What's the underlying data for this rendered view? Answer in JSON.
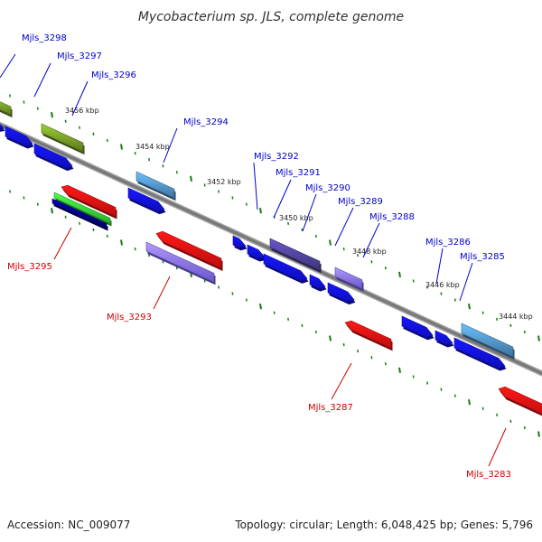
{
  "title": "Mycobacterium sp. JLS, complete genome",
  "footer": {
    "accession": "Accession: NC_009077",
    "stats": "Topology: circular; Length: 6,048,425 bp; Genes: 5,796"
  },
  "kbp_labels": [
    "3456 kbp",
    "3454 kbp",
    "3452 kbp",
    "3450 kbp",
    "3448 kbp",
    "3446 kbp",
    "3444 kbp"
  ],
  "colors": {
    "forward_label": "#0000cc",
    "reverse_label": "#cc0000",
    "backbone": "#777777",
    "tick": "#1a7a1a",
    "blue": "#1010e0",
    "olive": "#6b8e23",
    "steel": "#4a86b8",
    "purple": "#7b68ee",
    "dark_purple": "#483d8b",
    "red": "#e01010",
    "green": "#32cd32",
    "navy": "#000080"
  },
  "genes": [
    {
      "label": "Mjls_3298",
      "strand": "forward"
    },
    {
      "label": "Mjls_3297",
      "strand": "forward"
    },
    {
      "label": "Mjls_3296",
      "strand": "forward"
    },
    {
      "label": "Mjls_3294",
      "strand": "forward"
    },
    {
      "label": "Mjls_3292",
      "strand": "forward"
    },
    {
      "label": "Mjls_3291",
      "strand": "forward"
    },
    {
      "label": "Mjls_3290",
      "strand": "forward"
    },
    {
      "label": "Mjls_3289",
      "strand": "forward"
    },
    {
      "label": "Mjls_3288",
      "strand": "forward"
    },
    {
      "label": "Mjls_3286",
      "strand": "forward"
    },
    {
      "label": "Mjls_3285",
      "strand": "forward"
    },
    {
      "label": "Mjls_3295",
      "strand": "reverse"
    },
    {
      "label": "Mjls_3293",
      "strand": "reverse"
    },
    {
      "label": "Mjls_3287",
      "strand": "reverse"
    },
    {
      "label": "Mjls_3283",
      "strand": "reverse"
    }
  ]
}
